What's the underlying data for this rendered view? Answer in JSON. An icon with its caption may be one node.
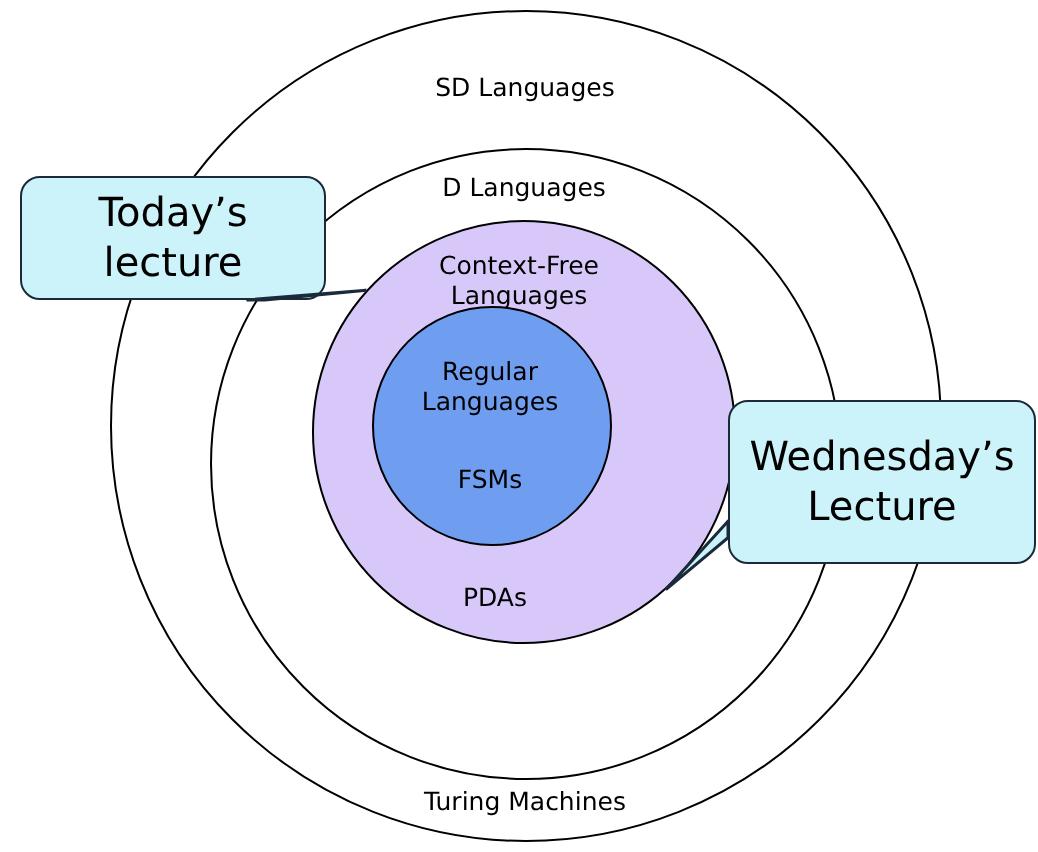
{
  "diagram": {
    "nodes": [
      {
        "text": [
          "SD Languages",
          "Turing Machines"
        ]
      },
      {
        "text": [
          "D Languages"
        ],
        "in": 0
      },
      {
        "text": [
          "Context-Free Languages",
          "PDAs"
        ],
        "in": 1
      },
      {
        "text": [
          "Regular Languages",
          "FSMs"
        ],
        "in": 2
      },
      {
        "text": [
          "Today’s lecture"
        ]
      },
      {
        "text": [
          "Wednesday’s Lecture"
        ]
      }
    ],
    "edges": [
      {
        "from": 4,
        "to": 2,
        "arrow": "none"
      },
      {
        "from": 5,
        "to": 2,
        "arrow": "none"
      }
    ]
  }
}
